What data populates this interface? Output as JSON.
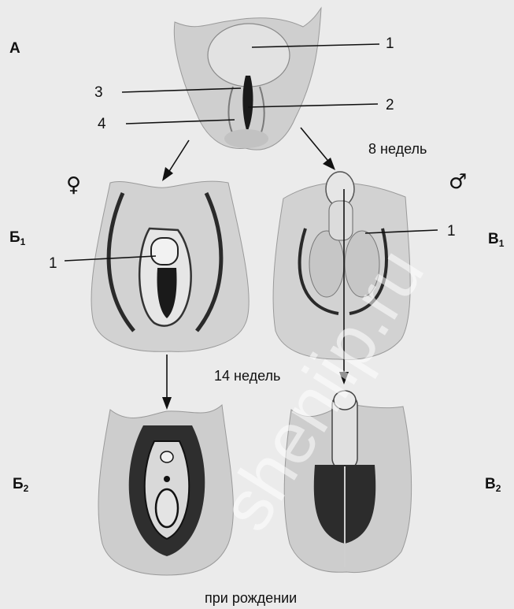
{
  "labels": {
    "panel_a": "А",
    "panel_b1": "Б",
    "panel_b1_sub": "1",
    "panel_b2": "Б",
    "panel_b2_sub": "2",
    "panel_v1": "В",
    "panel_v1_sub": "1",
    "panel_v2": "В",
    "panel_v2_sub": "2",
    "num_1": "1",
    "num_2": "2",
    "num_3": "3",
    "num_4": "4",
    "num_1_b1": "1",
    "num_1_v1": "1"
  },
  "symbols": {
    "female": "♀",
    "male": "♂"
  },
  "captions": {
    "week8": "8 недель",
    "week14": "14 недель",
    "at_birth": "при рождении"
  },
  "watermark": "sheniip.ru",
  "colors": {
    "background": "#ebebeb",
    "tissue_light": "#d9d9d9",
    "tissue_mid": "#bdbdbd",
    "tissue_dark": "#3a3a3a",
    "line": "#111111"
  }
}
